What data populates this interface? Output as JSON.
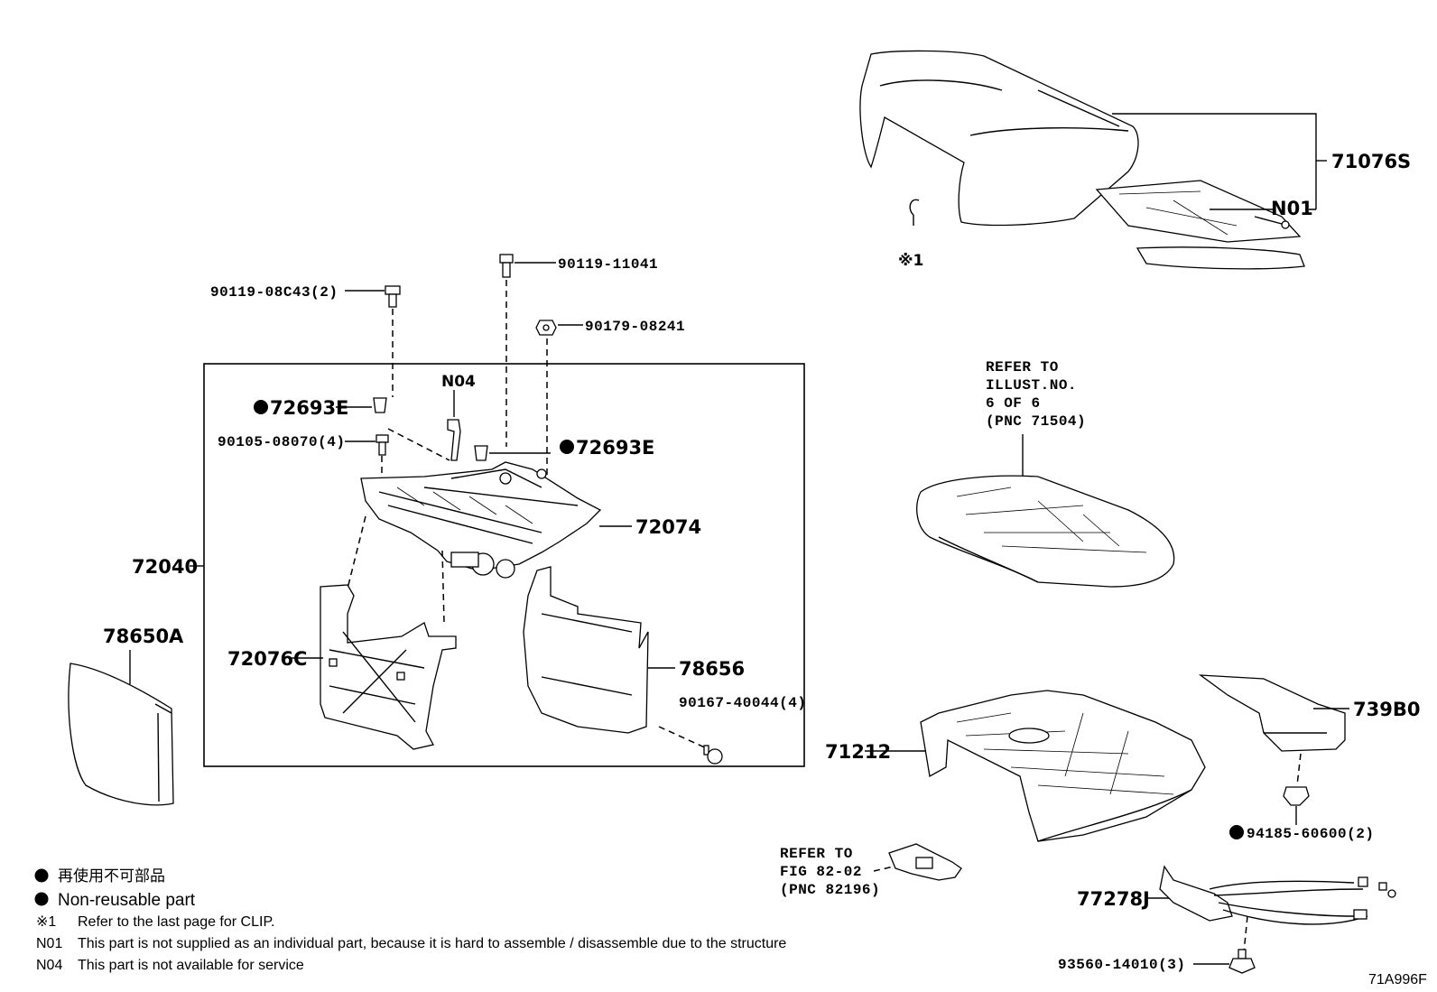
{
  "diagram_code": "71A996F",
  "labels": {
    "p71076S": "71076S",
    "n01": "N01",
    "clip_note": "※1",
    "p90119_11041": "90119-11041",
    "p90119_08C43": "90119-08C43(2)",
    "p90179_08241": "90179-08241",
    "n04": "N04",
    "p72693E_a": "72693E",
    "p72693E_b": "72693E",
    "p90105_08070": "90105-08070(4)",
    "p72074": "72074",
    "p72040": "72040",
    "p78650A": "78650A",
    "p72076C": "72076C",
    "p78656": "78656",
    "p90167_40044": "90167-40044(4)",
    "p739B0": "739B0",
    "p71212": "71212",
    "p94185_60600": "94185-60600(2)",
    "p77278J": "77278J",
    "p93560_14010": "93560-14010(3)"
  },
  "refer_illust": {
    "line1": "REFER TO",
    "line2": "ILLUST.NO.",
    "line3": "6 OF 6",
    "line4": "(PNC 71504)"
  },
  "refer_fig": {
    "line1": "REFER TO",
    "line2": "FIG 82-02",
    "line3": "(PNC 82196)"
  },
  "legend": {
    "jp": "再使用不可部品",
    "en": "Non-reusable part",
    "note1_key": "※1",
    "note1_text": "Refer to the last page for CLIP.",
    "n01_key": "N01",
    "n01_text": "This part is not supplied as an individual part, because it is hard to assemble / disassemble due to the structure",
    "n04_key": "N04",
    "n04_text": "This part is not available for service"
  }
}
